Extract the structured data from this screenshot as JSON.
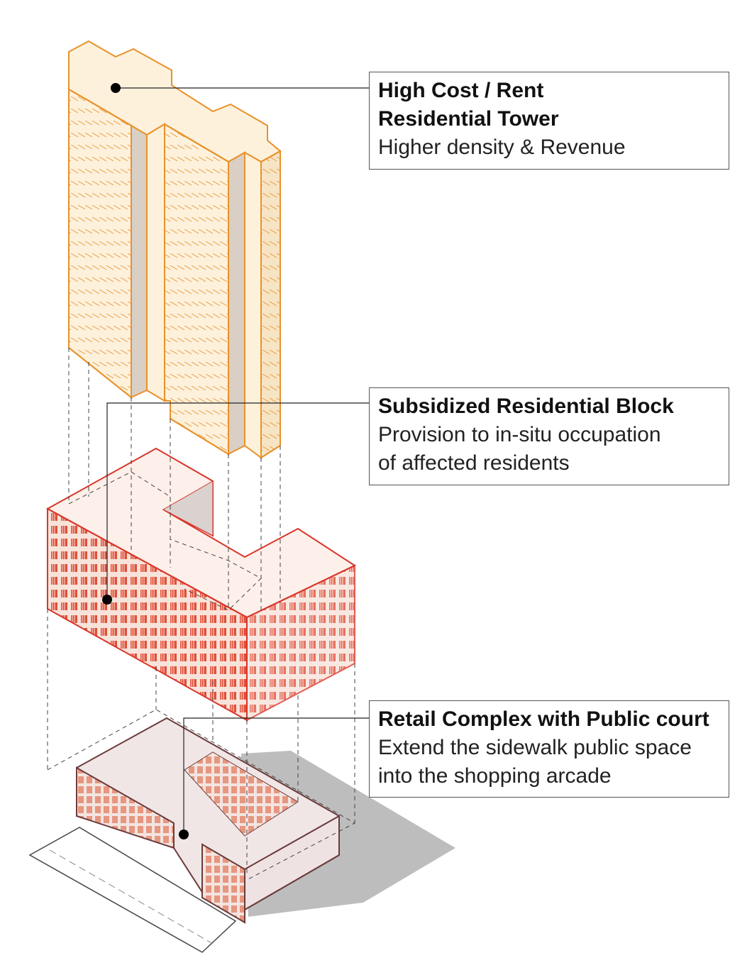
{
  "labels": [
    {
      "title_lines": [
        "High Cost / Rent",
        "Residential Tower"
      ],
      "desc_lines": [
        "Higher density & Revenue"
      ]
    },
    {
      "title_lines": [
        "Subsidized Residential Block"
      ],
      "desc_lines": [
        "Provision to in-situ occupation",
        "of affected residents"
      ]
    },
    {
      "title_lines": [
        "Retail Complex with Public court"
      ],
      "desc_lines": [
        "Extend the sidewalk public space",
        "into the shopping arcade"
      ]
    }
  ],
  "colors": {
    "tower_stroke": "#e8922a",
    "tower_fill": "#fdf1dc",
    "block_stroke": "#d9362b",
    "block_fill": "#fbe9e2",
    "retail_stroke": "#6b3b3b",
    "retail_fill": "#f1e6e6",
    "shadow": "#bdbdbd"
  }
}
